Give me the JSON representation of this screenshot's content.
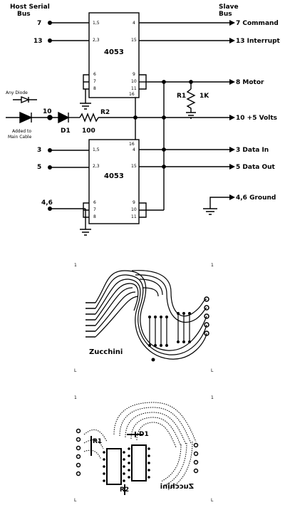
{
  "schematic": {
    "host_header": [
      "Host Serial",
      "Bus"
    ],
    "slave_header": [
      "Slave",
      "Bus"
    ],
    "left_pins": {
      "p7": "7",
      "p13": "13",
      "p10": "10",
      "p3": "3",
      "p5": "5",
      "p46": "4,6"
    },
    "right_pins": {
      "command": "7 Command",
      "interrupt": "13 Interrupt",
      "motor": "8 Motor",
      "volts": "10 +5 Volts",
      "data_in": "3 Data In",
      "data_out": "5 Data Out",
      "ground": "4,6 Ground"
    },
    "chip_label": "4053",
    "chip1_pins": {
      "l1": "1,5",
      "l2": "2,3",
      "l3": "6",
      "l4": "7",
      "l5": "8",
      "r1": "4",
      "r2": "15",
      "r3": "9",
      "r4": "10",
      "r5": "11",
      "r6": "16"
    },
    "chip2_pins": {
      "l1": "1,5",
      "l2": "2,3",
      "l3": "6",
      "l4": "7",
      "l5": "8",
      "r1": "4",
      "r2": "15",
      "r3": "9",
      "r4": "10",
      "r5": "11",
      "r6": "16"
    },
    "any_diode": "Any Diode",
    "added_note": [
      "Added to",
      "Main Cable"
    ],
    "d1": "D1",
    "r2": "R2",
    "r2_value": "100",
    "r1": "R1",
    "r1_value": "1K"
  },
  "pcb_top": {
    "brand": "Zucchini"
  },
  "pcb_bottom": {
    "brand": "Zucchini",
    "r1": "R1",
    "r2": "R2",
    "d1": "D1"
  }
}
